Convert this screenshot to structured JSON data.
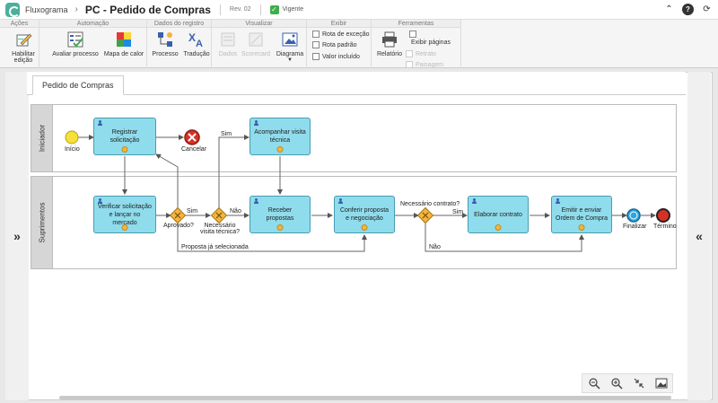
{
  "header": {
    "app_name": "Fluxograma",
    "title": "PC - Pedido de Compras",
    "revision": "Rev. 02",
    "status": "Vigente"
  },
  "ribbon": {
    "groups": {
      "acoes": "Ações",
      "automacao": "Automação",
      "dados": "Dados do registro",
      "visualizar": "Visualizar",
      "exibir": "Exibir",
      "ferramentas": "Ferramentas"
    },
    "buttons": {
      "habilitar_edicao": "Habilitar edição",
      "avaliar_processo": "Avaliar processo",
      "mapa_de_calor": "Mapa de calor",
      "processo": "Processo",
      "traducao": "Tradução",
      "dados": "Dados",
      "scorecard": "Scorecard",
      "diagrama": "Diagrama",
      "relatorio": "Relatório"
    },
    "checks": {
      "rota_excecao": "Rota de exceção",
      "rota_padrao": "Rota padrão",
      "valor_incluido": "Valor incluído",
      "exibir_paginas": "Exibir páginas",
      "retrato": "Retrato",
      "paisagem": "Paisagem"
    }
  },
  "tabs": {
    "active": "Pedido de Compras"
  },
  "lanes": {
    "lane1": "Iniciador",
    "lane2": "Suprimentos"
  },
  "tasks": {
    "registrar": "Registrar solicitação",
    "acompanhar": "Acompanhar visita técnica",
    "verificar": "Verificar solicitação e lançar no mercado",
    "receber": "Receber propostas",
    "conferir": "Conferir proposta e negociação",
    "elaborar": "Elaborar contrato",
    "emitir": "Emitir e enviar Ordem de Compra"
  },
  "events": {
    "inicio": "Início",
    "cancelar": "Cancelar",
    "finalizar": "Finalizar",
    "termino": "Término"
  },
  "gateways": {
    "aprovado": "Aprovado?",
    "necessario_visita": "Necessário visita técnica?",
    "necessario_contrato": "Necessário contrato?"
  },
  "flows": {
    "sim1": "Sim",
    "sim2": "Sim",
    "nao1": "Não",
    "sim3": "Sim",
    "nao2": "Não",
    "proposta_ja": "Proposta já selecionada"
  },
  "colors": {
    "task_fill": "#8fdcec",
    "task_border": "#4a9bb3",
    "start": "#f5e13a",
    "end": "#d93025",
    "gateway": "#f2b541",
    "intermediate": "#2aa7e0"
  }
}
